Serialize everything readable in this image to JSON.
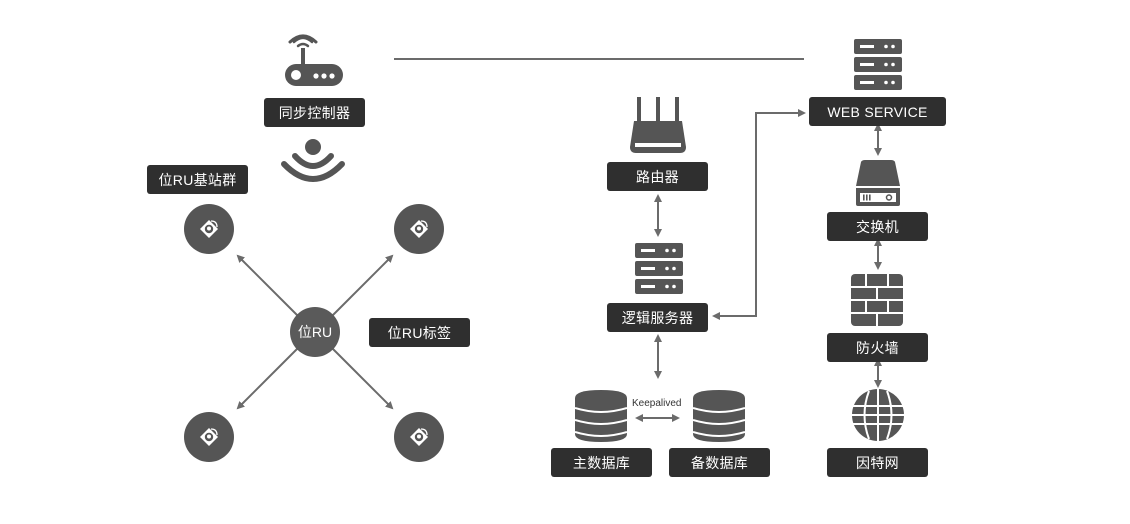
{
  "colors": {
    "label_bg": "#2f2f2f",
    "label_text": "#ffffff",
    "icon_fill": "#555555",
    "line": "#6b6b6b"
  },
  "left_section": {
    "sync_controller": {
      "label": "同步控制器",
      "icon": "wifi-router-icon",
      "signal_icon": "signal-broadcast-icon"
    },
    "ru_station_group": {
      "label": "位RU基站群"
    },
    "ru_center": {
      "label": "位RU"
    },
    "ru_tag": {
      "label": "位RU标签"
    },
    "ru_nodes": [
      {
        "icon": "location-tag-icon",
        "position": "top-left"
      },
      {
        "icon": "location-tag-icon",
        "position": "top-right"
      },
      {
        "icon": "location-tag-icon",
        "position": "bottom-left"
      },
      {
        "icon": "location-tag-icon",
        "position": "bottom-right"
      }
    ]
  },
  "middle_section": {
    "router": {
      "label": "路由器",
      "icon": "router-icon"
    },
    "logic_server": {
      "label": "逻辑服务器",
      "icon": "server-icon"
    },
    "primary_db": {
      "label": "主数据库",
      "icon": "database-icon"
    },
    "backup_db": {
      "label": "备数据库",
      "icon": "database-icon"
    },
    "keepalived": {
      "label": "Keepalived"
    }
  },
  "right_section": {
    "web_service": {
      "label": "WEB SERVICE",
      "icon": "server-icon"
    },
    "switch": {
      "label": "交换机",
      "icon": "hard-drive-icon"
    },
    "firewall": {
      "label": "防火墙",
      "icon": "firewall-icon"
    },
    "internet": {
      "label": "因特网",
      "icon": "globe-icon"
    }
  }
}
